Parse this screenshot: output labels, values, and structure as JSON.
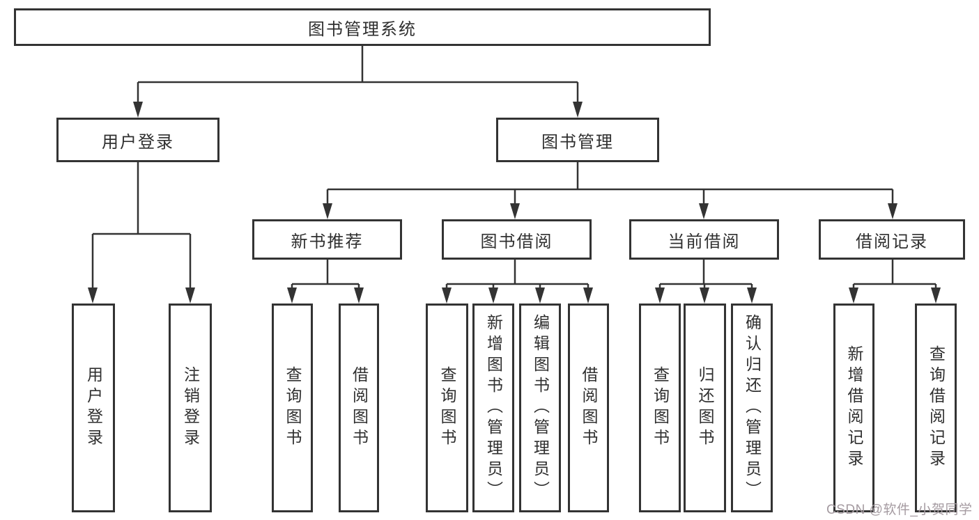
{
  "diagram": {
    "tree": {
      "root": {
        "label": "图书管理系统",
        "children": [
          {
            "label": "用户登录",
            "children": [
              {
                "label": "用户登录"
              },
              {
                "label": "注销登录"
              }
            ]
          },
          {
            "label": "图书管理",
            "children": [
              {
                "label": "新书推荐",
                "children": [
                  {
                    "label": "查询图书"
                  },
                  {
                    "label": "借阅图书"
                  }
                ]
              },
              {
                "label": "图书借阅",
                "children": [
                  {
                    "label": "查询图书"
                  },
                  {
                    "label": "新增图书（管理员）"
                  },
                  {
                    "label": "编辑图书（管理员）"
                  },
                  {
                    "label": "借阅图书"
                  }
                ]
              },
              {
                "label": "当前借阅",
                "children": [
                  {
                    "label": "查询图书"
                  },
                  {
                    "label": "归还图书"
                  },
                  {
                    "label": "确认归还（管理员）"
                  }
                ]
              },
              {
                "label": "借阅记录",
                "children": [
                  {
                    "label": "新增借阅记录"
                  },
                  {
                    "label": "查询借阅记录"
                  }
                ]
              }
            ]
          }
        ]
      }
    },
    "colors": {
      "line": "#333333",
      "box_background": "#ffffff",
      "text": "#2f2f2f",
      "watermark_text": "#a59ba1"
    }
  },
  "watermark": {
    "text": "CSDN @软件_小贺同学"
  }
}
